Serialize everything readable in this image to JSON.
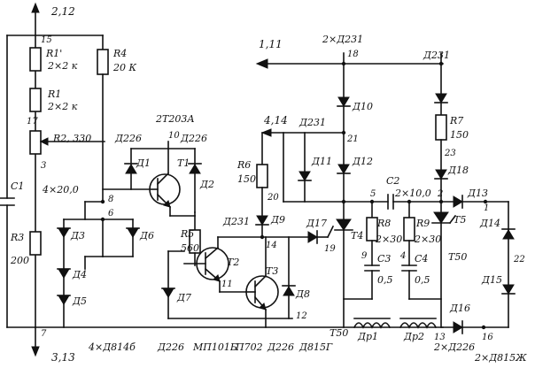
{
  "terminals": {
    "top_left": "2,12",
    "bottom_left": "3,13",
    "out_1": "1,11",
    "out_2": "4,14"
  },
  "nodes": {
    "n15": "15",
    "n17": "17",
    "n3": "3",
    "n7": "7",
    "n8": "8",
    "n6": "6",
    "n10": "10",
    "n18": "18",
    "n21": "21",
    "n20": "20",
    "n14": "14",
    "n19": "19",
    "n11": "11",
    "n12": "12",
    "n5": "5",
    "n9": "9",
    "n4": "4",
    "n2": "2",
    "n23": "23",
    "n1": "1",
    "n22": "22",
    "n13": "13",
    "n16": "16"
  },
  "components": {
    "R1p": "R1'",
    "R1p_val": "2×2 к",
    "R1": "R1",
    "R1_val": "2×2 к",
    "R2": "R2, 330",
    "R3": "R3",
    "R3_val": "200",
    "R4": "R4",
    "R4_val": "20 К",
    "C1": "C1",
    "C1_val": "4×20,0",
    "T1": "T1",
    "T1_type": "2Т203А",
    "D1": "Д1",
    "D1_type": "Д226",
    "D2": "Д2",
    "D2_type": "Д226",
    "D3": "Д3",
    "D4": "Д4",
    "D5": "Д5",
    "D6": "Д6",
    "R5": "R5",
    "R5_val": "560",
    "T2": "T2",
    "T3": "T3",
    "D7": "Д7",
    "D8": "Д8",
    "R6": "R6",
    "R6_val": "150",
    "D9": "Д9",
    "D9_type": "Д231",
    "D10": "Д10",
    "D10_type": "2×Д231",
    "D11": "Д11",
    "D11_type": "Д231",
    "D12": "Д12",
    "D17": "Д17",
    "T4": "T4",
    "T4_type": "Т50",
    "R8": "R8",
    "R8_val": "2×30",
    "C3": "C3",
    "C3_val": "0,5",
    "C2": "C2",
    "C2_val": "2×10,0",
    "R9": "R9",
    "R9_val": "2×30",
    "C4": "C4",
    "C4_val": "0,5",
    "R7": "R7",
    "R7_val": "150",
    "D18": "Д18",
    "D231_top": "Д231",
    "D13": "Д13",
    "D14": "Д14",
    "D15": "Д15",
    "D16": "Д16",
    "T5": "T5",
    "T5_type": "Т50",
    "Dr1": "Др1",
    "Dr2": "Др2"
  },
  "legend": {
    "d4b": "4×Д814б",
    "d226": "Д226",
    "mp": "МП101Б",
    "p702": "П702",
    "d226b": "Д226",
    "d815": "Д815Г",
    "d226c": "2×Д226",
    "d815zh": "2×Д815Ж"
  }
}
